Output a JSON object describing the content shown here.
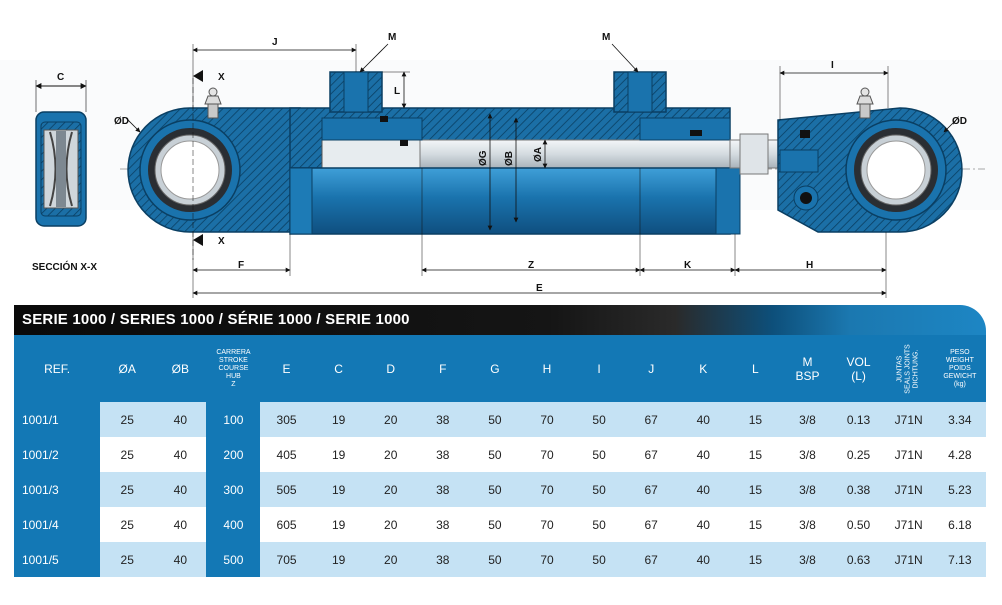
{
  "drawing": {
    "section_label": "SECCIÓN X-X",
    "dims": {
      "c": "C",
      "j": "J",
      "m_left": "M",
      "m_right": "M",
      "i": "I",
      "x_top": "X",
      "x_bottom": "X",
      "l": "L",
      "od_left": "ØD",
      "od_right": "ØD",
      "og": "ØG",
      "ob": "ØB",
      "oa": "ØA",
      "f": "F",
      "z": "Z",
      "k": "K",
      "h": "H",
      "e": "E"
    }
  },
  "table": {
    "title": "SERIE 1000 / SERIES 1000 / SÉRIE 1000 / SERIE 1000",
    "headers": {
      "ref": "REF.",
      "oa": "ØA",
      "ob": "ØB",
      "stroke": [
        "CARRERA",
        "STROKE",
        "COURSE",
        "HUB",
        "Z"
      ],
      "e": "E",
      "c": "C",
      "d": "D",
      "f": "F",
      "g": "G",
      "h": "H",
      "i": "I",
      "j": "J",
      "k": "K",
      "l": "L",
      "m": [
        "M",
        "BSP"
      ],
      "vol": [
        "VOL",
        "(L)"
      ],
      "seals": [
        "JUNTAS",
        "SEALS JOINTS",
        "DICHTUNG."
      ],
      "weight": [
        "PESO",
        "WEIGHT",
        "POIDS",
        "GEWICHT",
        "(kg)"
      ]
    },
    "rows": [
      {
        "ref": "1001/1",
        "oa": "25",
        "ob": "40",
        "z": "100",
        "e": "305",
        "c": "19",
        "d": "20",
        "f": "38",
        "g": "50",
        "h": "70",
        "i": "50",
        "j": "67",
        "k": "40",
        "l": "15",
        "m": "3/8",
        "vol": "0.13",
        "seals": "J71N",
        "weight": "3.34"
      },
      {
        "ref": "1001/2",
        "oa": "25",
        "ob": "40",
        "z": "200",
        "e": "405",
        "c": "19",
        "d": "20",
        "f": "38",
        "g": "50",
        "h": "70",
        "i": "50",
        "j": "67",
        "k": "40",
        "l": "15",
        "m": "3/8",
        "vol": "0.25",
        "seals": "J71N",
        "weight": "4.28"
      },
      {
        "ref": "1001/3",
        "oa": "25",
        "ob": "40",
        "z": "300",
        "e": "505",
        "c": "19",
        "d": "20",
        "f": "38",
        "g": "50",
        "h": "70",
        "i": "50",
        "j": "67",
        "k": "40",
        "l": "15",
        "m": "3/8",
        "vol": "0.38",
        "seals": "J71N",
        "weight": "5.23"
      },
      {
        "ref": "1001/4",
        "oa": "25",
        "ob": "40",
        "z": "400",
        "e": "605",
        "c": "19",
        "d": "20",
        "f": "38",
        "g": "50",
        "h": "70",
        "i": "50",
        "j": "67",
        "k": "40",
        "l": "15",
        "m": "3/8",
        "vol": "0.50",
        "seals": "J71N",
        "weight": "6.18"
      },
      {
        "ref": "1001/5",
        "oa": "25",
        "ob": "40",
        "z": "500",
        "e": "705",
        "c": "19",
        "d": "20",
        "f": "38",
        "g": "50",
        "h": "70",
        "i": "50",
        "j": "67",
        "k": "40",
        "l": "15",
        "m": "3/8",
        "vol": "0.63",
        "seals": "J71N",
        "weight": "7.13"
      }
    ],
    "colors": {
      "header_blue": "#1378b5",
      "row_light": "#c5e2f4",
      "row_white": "#ffffff",
      "title_black": "#0a0a0a"
    }
  }
}
